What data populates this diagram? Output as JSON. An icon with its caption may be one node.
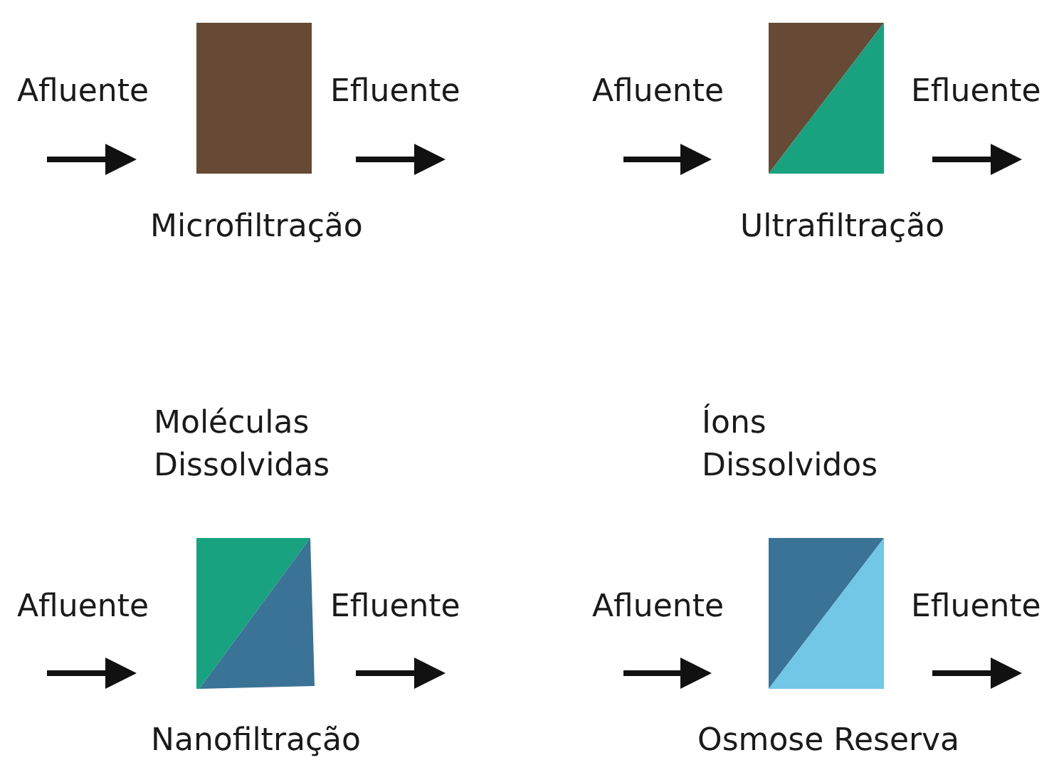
{
  "diagram": {
    "nodes": [
      {
        "text": [],
        "shape": "box",
        "beside": [
          "Microfiltração"
        ]
      },
      {
        "text": [],
        "shape": "box",
        "beside": [
          "Ultrafiltração"
        ]
      },
      {
        "text": [],
        "shape": "box",
        "beside": [
          "Nanofiltração"
        ]
      },
      {
        "text": [],
        "shape": "box",
        "beside": [
          "Osmose Reserva"
        ]
      }
    ],
    "labels": [
      "Afluente",
      "Efluente",
      "Afluente",
      "Efluente",
      "Moléculas Dissolvidas",
      "Íons Dissolvidos",
      "Afluente",
      "Efluente",
      "Afluente",
      "Efluente"
    ]
  }
}
